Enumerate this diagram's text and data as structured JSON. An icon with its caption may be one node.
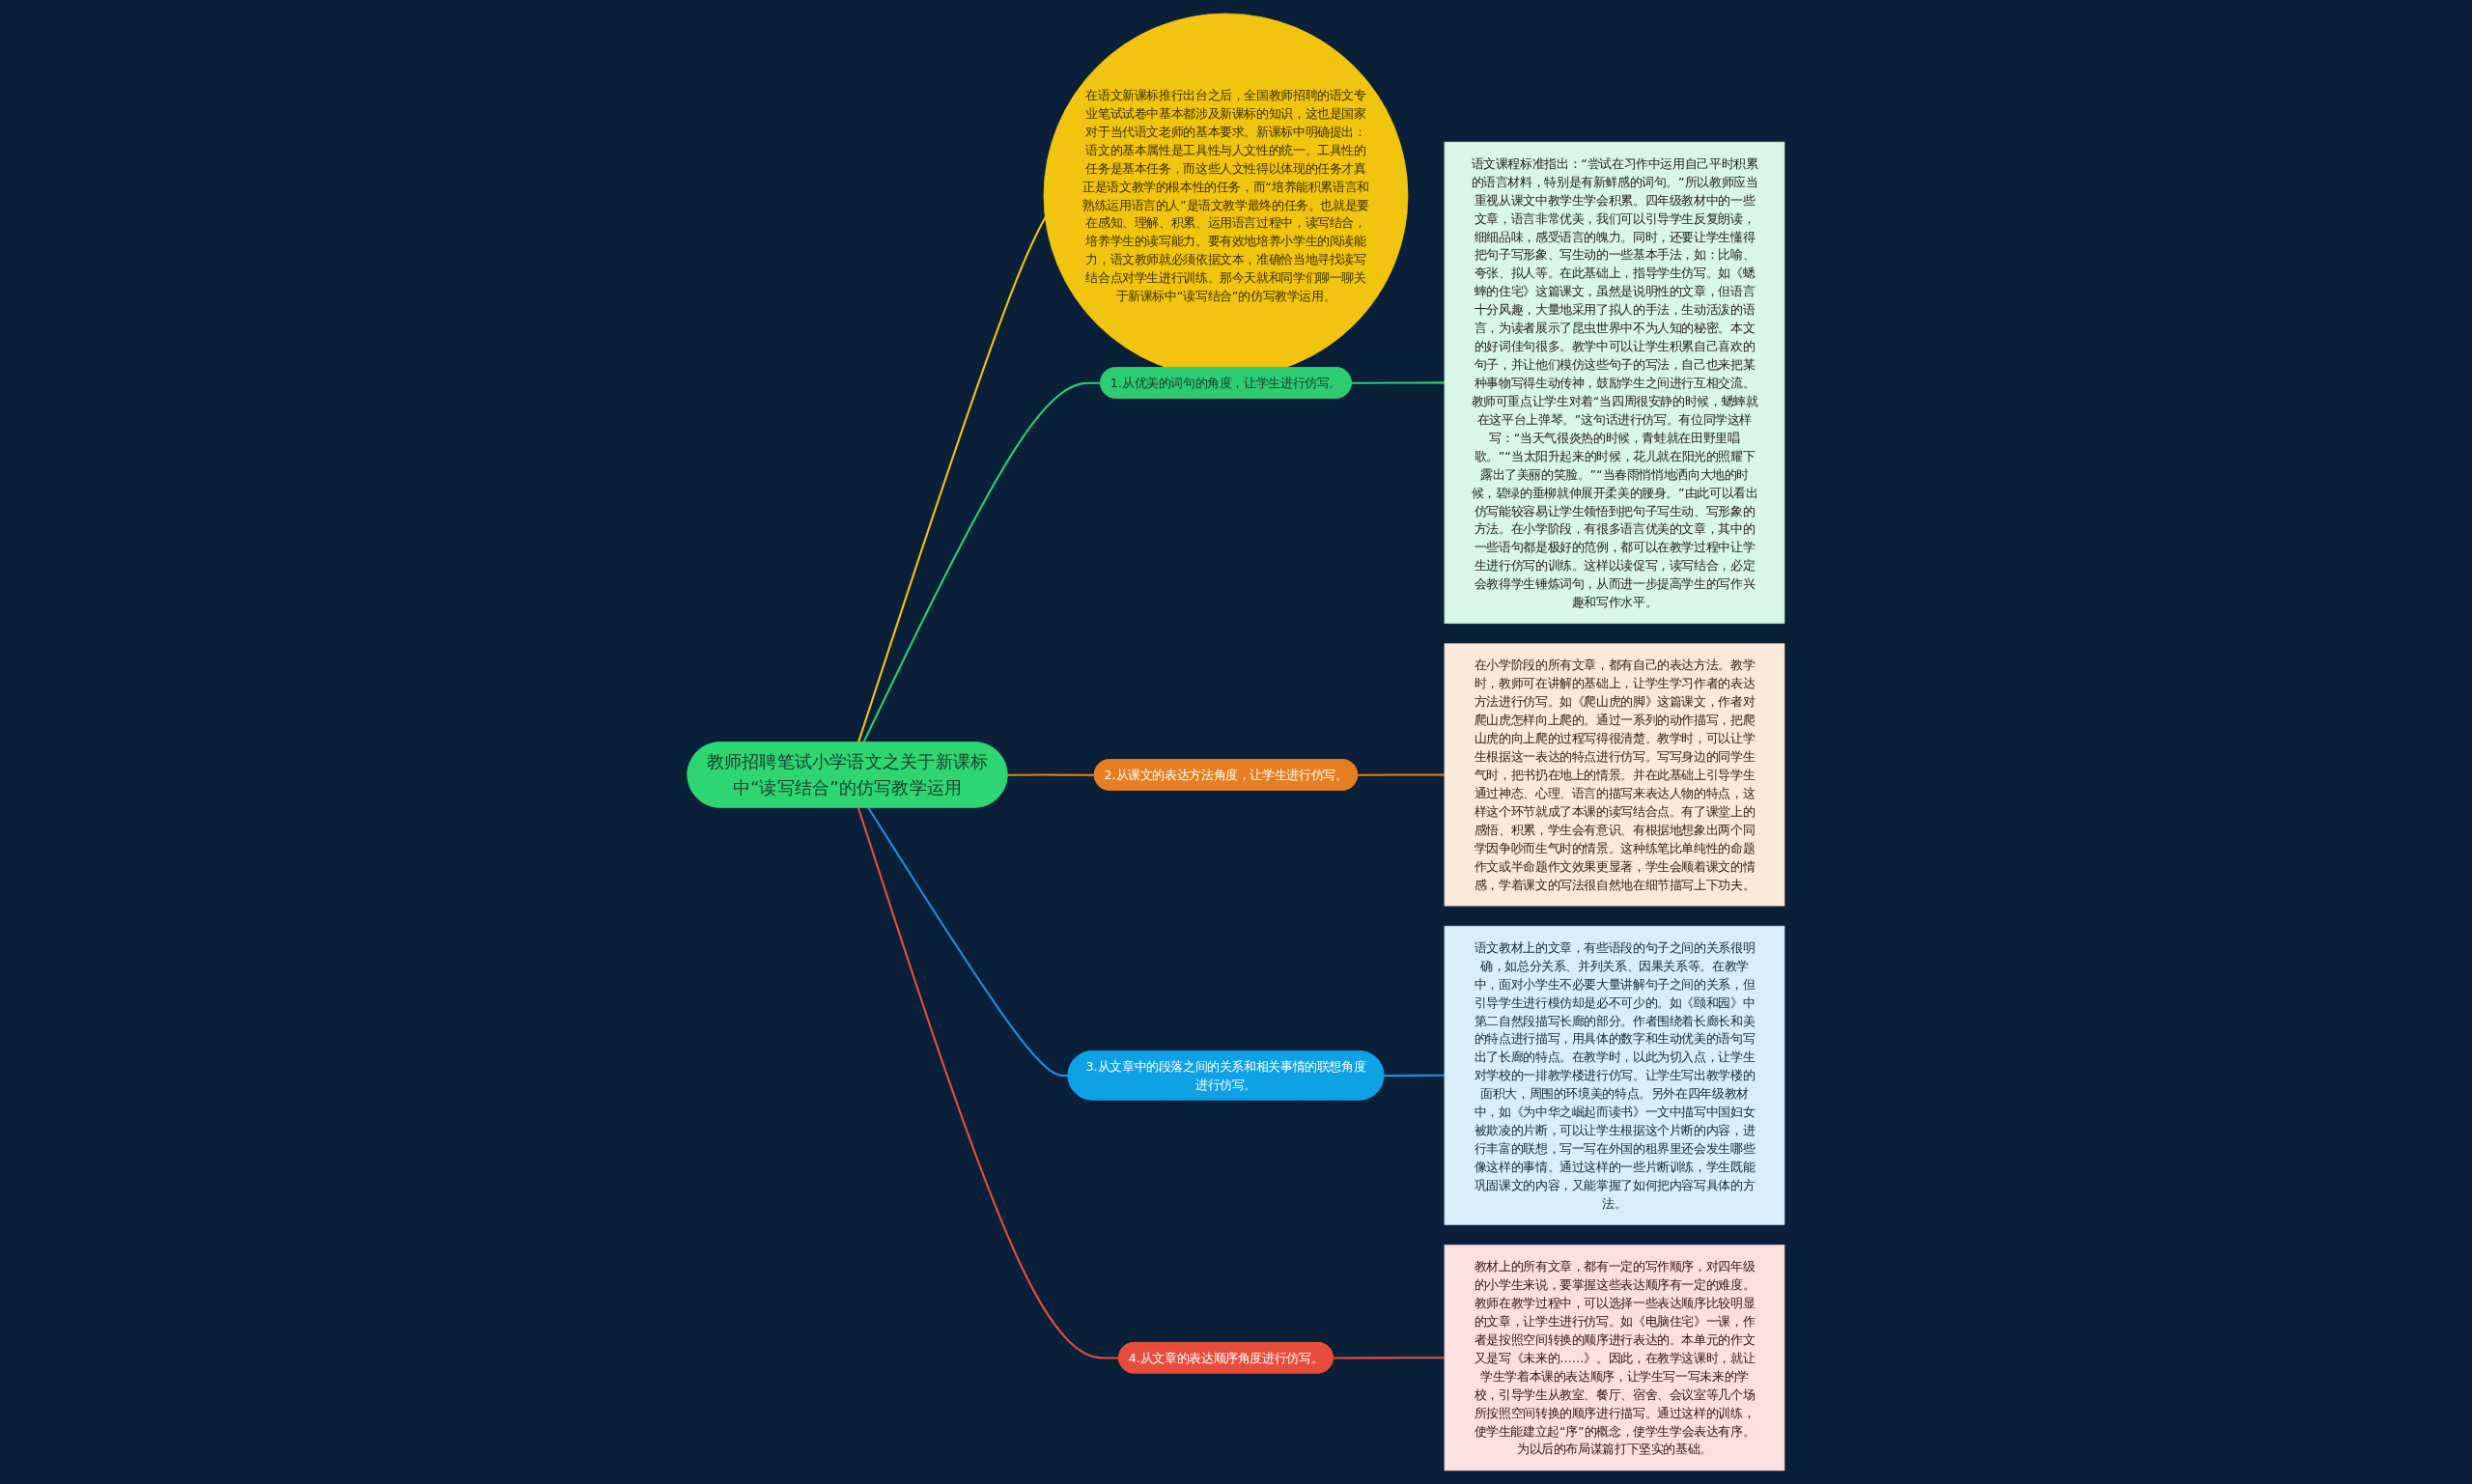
{
  "diagram": {
    "nodes": [
      {
        "text": [
          "教师招聘笔试小学语文之关于新课标中“读写结合”的仿写教学运用"
        ]
      },
      {
        "text": [
          "在语文新课标推行出台之后，全国教师招聘的语文专业笔试试卷中基本都涉及新课标的知识，这也是国家对于当代语文老师的基本要求。新课标中明确提出：语文的基本属性是工具性与人文性的统一。工具性的任务是基本任务，而这些人文性得以体现的任务才真正是语文教学的根本性的任务，而“培养能积累语言和熟练运用语言的人”是语文教学最终的任务。也就是要在感知、理解、积累、运用语言过程中，读写结合，培养学生的读写能力。要有效地培养小学生的阅读能力，语文教师就必须依据文本，准确恰当地寻找读写结合点对学生进行训练。那今天就和同学们聊一聊关于新课标中“读写结合”的仿写教学运用。"
        ]
      },
      {
        "text": [
          "1.从优美的词句的角度，让学生进行仿写。"
        ]
      },
      {
        "text": [
          "语文课程标准指出：“尝试在习作中运用自己平时积累的语言材料，特别是有新鲜感的词句。”所以教师应当重视从课文中教学生学会积累。四年级教材中的一些文章，语言非常优美，我们可以引导学生反复朗读，细细品味，感受语言的魄力。同时，还要让学生懂得把句子写形象、写生动的一些基本手法，如：比喻、夸张、拟人等。在此基础上，指导学生仿写。如《蟋蟀的住宅》这篇课文，虽然是说明性的文章，但语言十分风趣，大量地采用了拟人的手法，生动活泼的语言，为读者展示了昆虫世界中不为人知的秘密。本文的好词佳句很多。教学中可以让学生积累自己喜欢的句子，并让他们模仿这些句子的写法，自己也来把某种事物写得生动传神，鼓励学生之间进行互相交流。教师可重点让学生对着“当四周很安静的时候，蟋蟀就在这平台上弹琴。”这句话进行仿写。有位同学这样写：“当天气很炎热的时候，青蛙就在田野里唱歌。”“当太阳升起来的时候，花儿就在阳光的照耀下露出了美丽的笑脸。”“当春雨悄悄地洒向大地的时候，碧绿的垂柳就伸展开柔美的腰身。”由此可以看出仿写能较容易让学生领悟到把句子写生动、写形象的方法。在小学阶段，有很多语言优美的文章，其中的一些语句都是极好的范例，都可以在教学过程中让学生进行仿写的训练。这样以读促写，读写结合，必定会教得学生锤炼词句，从而进一步提高学生的写作兴趣和写作水平。"
        ]
      },
      {
        "text": [
          "2.从课文的表达方法角度，让学生进行仿写。"
        ]
      },
      {
        "text": [
          "在小学阶段的所有文章，都有自己的表达方法。教学时，教师可在讲解的基础上，让学生学习作者的表达方法进行仿写。如《爬山虎的脚》这篇课文，作者对爬山虎怎样向上爬的。通过一系列的动作描写，把爬山虎的向上爬的过程写得很清楚。教学时，可以让学生根据这一表达的特点进行仿写。写写身边的同学生气时，把书扔在地上的情景。并在此基础上引导学生通过神态、心理、语言的描写来表达人物的特点，这样这个环节就成了本课的读写结合点。有了课堂上的感悟、积累，学生会有意识、有根据地想象出两个同学因争吵而生气时的情景。这种练笔比单纯性的命题作文或半命题作文效果更显著，学生会顺着课文的情感，学着课文的写法很自然地在细节描写上下功夫。"
        ]
      },
      {
        "text": [
          "3.从文章中的段落之间的关系和相关事情的联想角度进行仿写。"
        ]
      },
      {
        "text": [
          "语文教材上的文章，有些语段的句子之间的关系很明确，如总分关系、并列关系、因果关系等。在教学中，面对小学生不必要大量讲解句子之间的关系，但引导学生进行模仿却是必不可少的。如《颐和园》中第二自然段描写长廊的部分。作者围绕着长廊长和美的特点进行描写，用具体的数字和生动优美的语句写出了长廊的特点。在教学时，以此为切入点，让学生对学校的一排教学楼进行仿写。让学生写出教学楼的面积大，周围的环境美的特点。另外在四年级教材中，如《为中华之崛起而读书》一文中描写中国妇女被欺凌的片断，可以让学生根据这个片断的内容，进行丰富的联想，写一写在外国的租界里还会发生哪些像这样的事情。通过这样的一些片断训练，学生既能巩固课文的内容，又能掌握了如何把内容写具体的方法。"
        ]
      },
      {
        "text": [
          "4.从文章的表达顺序角度进行仿写。"
        ]
      },
      {
        "text": [
          "教材上的所有文章，都有一定的写作顺序，对四年级的小学生来说，要掌握这些表达顺序有一定的难度。教师在教学过程中，可以选择一些表达顺序比较明显的文章，让学生进行仿写。如《电脑住宅》一课，作者是按照空间转换的顺序进行表达的。本单元的作文又是写《未来的……》。因此，在教学这课时，就让学生学着本课的表达顺序，让学生写一写未来的学校，引导学生从教室、餐厅、宿舍、会议室等几个场所按照空间转换的顺序进行描写。通过这样的训练，使学生能建立起“序”的概念，使学生学会表达有序。为以后的布局谋篇打下坚实的基础。"
        ]
      }
    ],
    "edges": [
      {
        "from": 0,
        "to": 1,
        "arrow": "none",
        "color": "#f1c40f"
      },
      {
        "from": 0,
        "to": 2,
        "arrow": "none",
        "color": "#2ecc71"
      },
      {
        "from": 2,
        "to": 3,
        "arrow": "none",
        "color": "#2ecc71"
      },
      {
        "from": 0,
        "to": 4,
        "arrow": "none",
        "color": "#e67e22"
      },
      {
        "from": 4,
        "to": 5,
        "arrow": "none",
        "color": "#e67e22"
      },
      {
        "from": 0,
        "to": 6,
        "arrow": "none",
        "color": "#1e90e0"
      },
      {
        "from": 6,
        "to": 7,
        "arrow": "none",
        "color": "#1e90e0"
      },
      {
        "from": 0,
        "to": 8,
        "arrow": "none",
        "color": "#e74c3c"
      },
      {
        "from": 8,
        "to": 9,
        "arrow": "none",
        "color": "#e74c3c"
      }
    ]
  }
}
